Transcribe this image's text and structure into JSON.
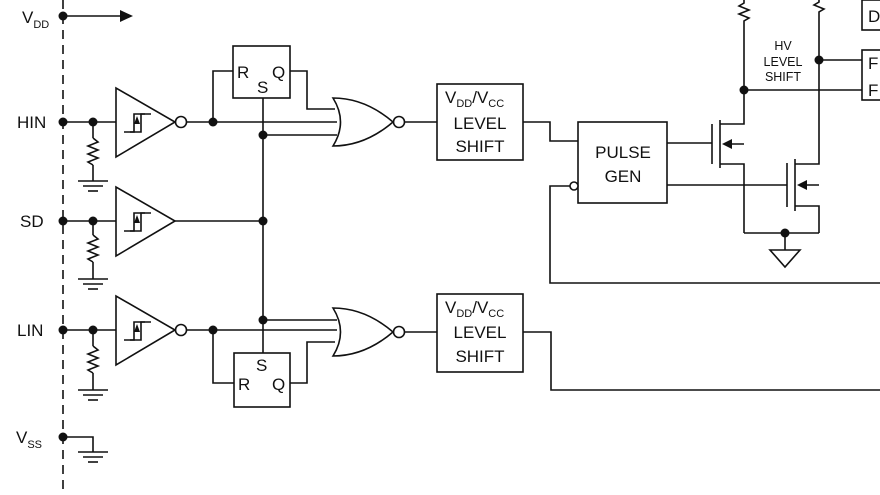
{
  "pins": {
    "vdd": {
      "main": "V",
      "sub": "DD"
    },
    "hin": "HIN",
    "sd": "SD",
    "lin": "LIN",
    "vss": {
      "main": "V",
      "sub": "SS"
    }
  },
  "latch": {
    "r": "R",
    "s": "S",
    "q": "Q"
  },
  "level_shift": {
    "line1_main": "V",
    "line1_sub1": "DD",
    "line1_sep": "/V",
    "line1_sub2": "CC",
    "line2": "LEVEL",
    "line3": "SHIFT"
  },
  "pulse_gen": {
    "line1": "PULSE",
    "line2": "GEN"
  },
  "hv_level_shift": {
    "line1": "HV",
    "line2": "LEVEL",
    "line3": "SHIFT"
  },
  "cut_blocks": {
    "top": "D",
    "mid1": "F",
    "mid2": "F"
  }
}
